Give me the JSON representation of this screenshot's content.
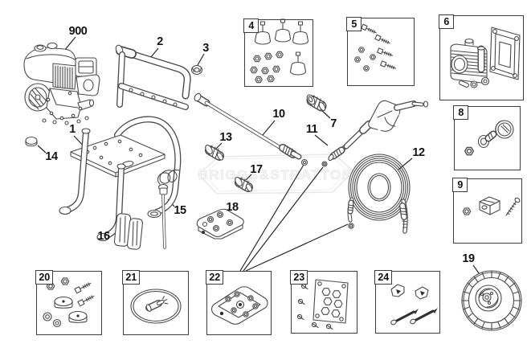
{
  "watermark": {
    "brand": "BRIGGS&STRATTON"
  },
  "callouts": {
    "c900": {
      "label": "900",
      "part": "engine"
    },
    "c1": {
      "label": "1",
      "part": "frame"
    },
    "c2": {
      "label": "2",
      "part": "handle"
    },
    "c3": {
      "label": "3",
      "part": "nut"
    },
    "c7": {
      "label": "7",
      "part": "quick-coupler"
    },
    "c10": {
      "label": "10",
      "part": "lance-extension"
    },
    "c11": {
      "label": "11",
      "part": "gun-inlet-fitting"
    },
    "c12": {
      "label": "12",
      "part": "high-pressure-hose"
    },
    "c13": {
      "label": "13",
      "part": "adapter-coupler"
    },
    "c14": {
      "label": "14",
      "part": "leg-cap"
    },
    "c15": {
      "label": "15",
      "part": "siphon-tube"
    },
    "c16": {
      "label": "16",
      "part": "hose-clip"
    },
    "c17": {
      "label": "17",
      "part": "hose-coupler"
    },
    "c18": {
      "label": "18",
      "part": "nozzle-plate"
    },
    "c19": {
      "label": "19",
      "part": "wheel"
    }
  },
  "boxes": {
    "b4": {
      "label": "4",
      "part": "vibration-mount-kit"
    },
    "b5": {
      "label": "5",
      "part": "bolt-kit"
    },
    "b6": {
      "label": "6",
      "part": "pump-assembly"
    },
    "b8": {
      "label": "8",
      "part": "pump-fitting-kit"
    },
    "b9": {
      "label": "9",
      "part": "clamp-hardware-kit"
    },
    "b20": {
      "label": "20",
      "part": "mount-hardware-kit"
    },
    "b21": {
      "label": "21",
      "part": "o-ring-filter-kit"
    },
    "b22": {
      "label": "22",
      "part": "o-ring-panel-kit"
    },
    "b23": {
      "label": "23",
      "part": "plate-screw-kit"
    },
    "b24": {
      "label": "24",
      "part": "hook-screw-kit"
    }
  },
  "colors": {
    "line": "#4a4a4a",
    "label": "#121212",
    "background": "#ffffff",
    "watermark": "#d9d9d9"
  }
}
